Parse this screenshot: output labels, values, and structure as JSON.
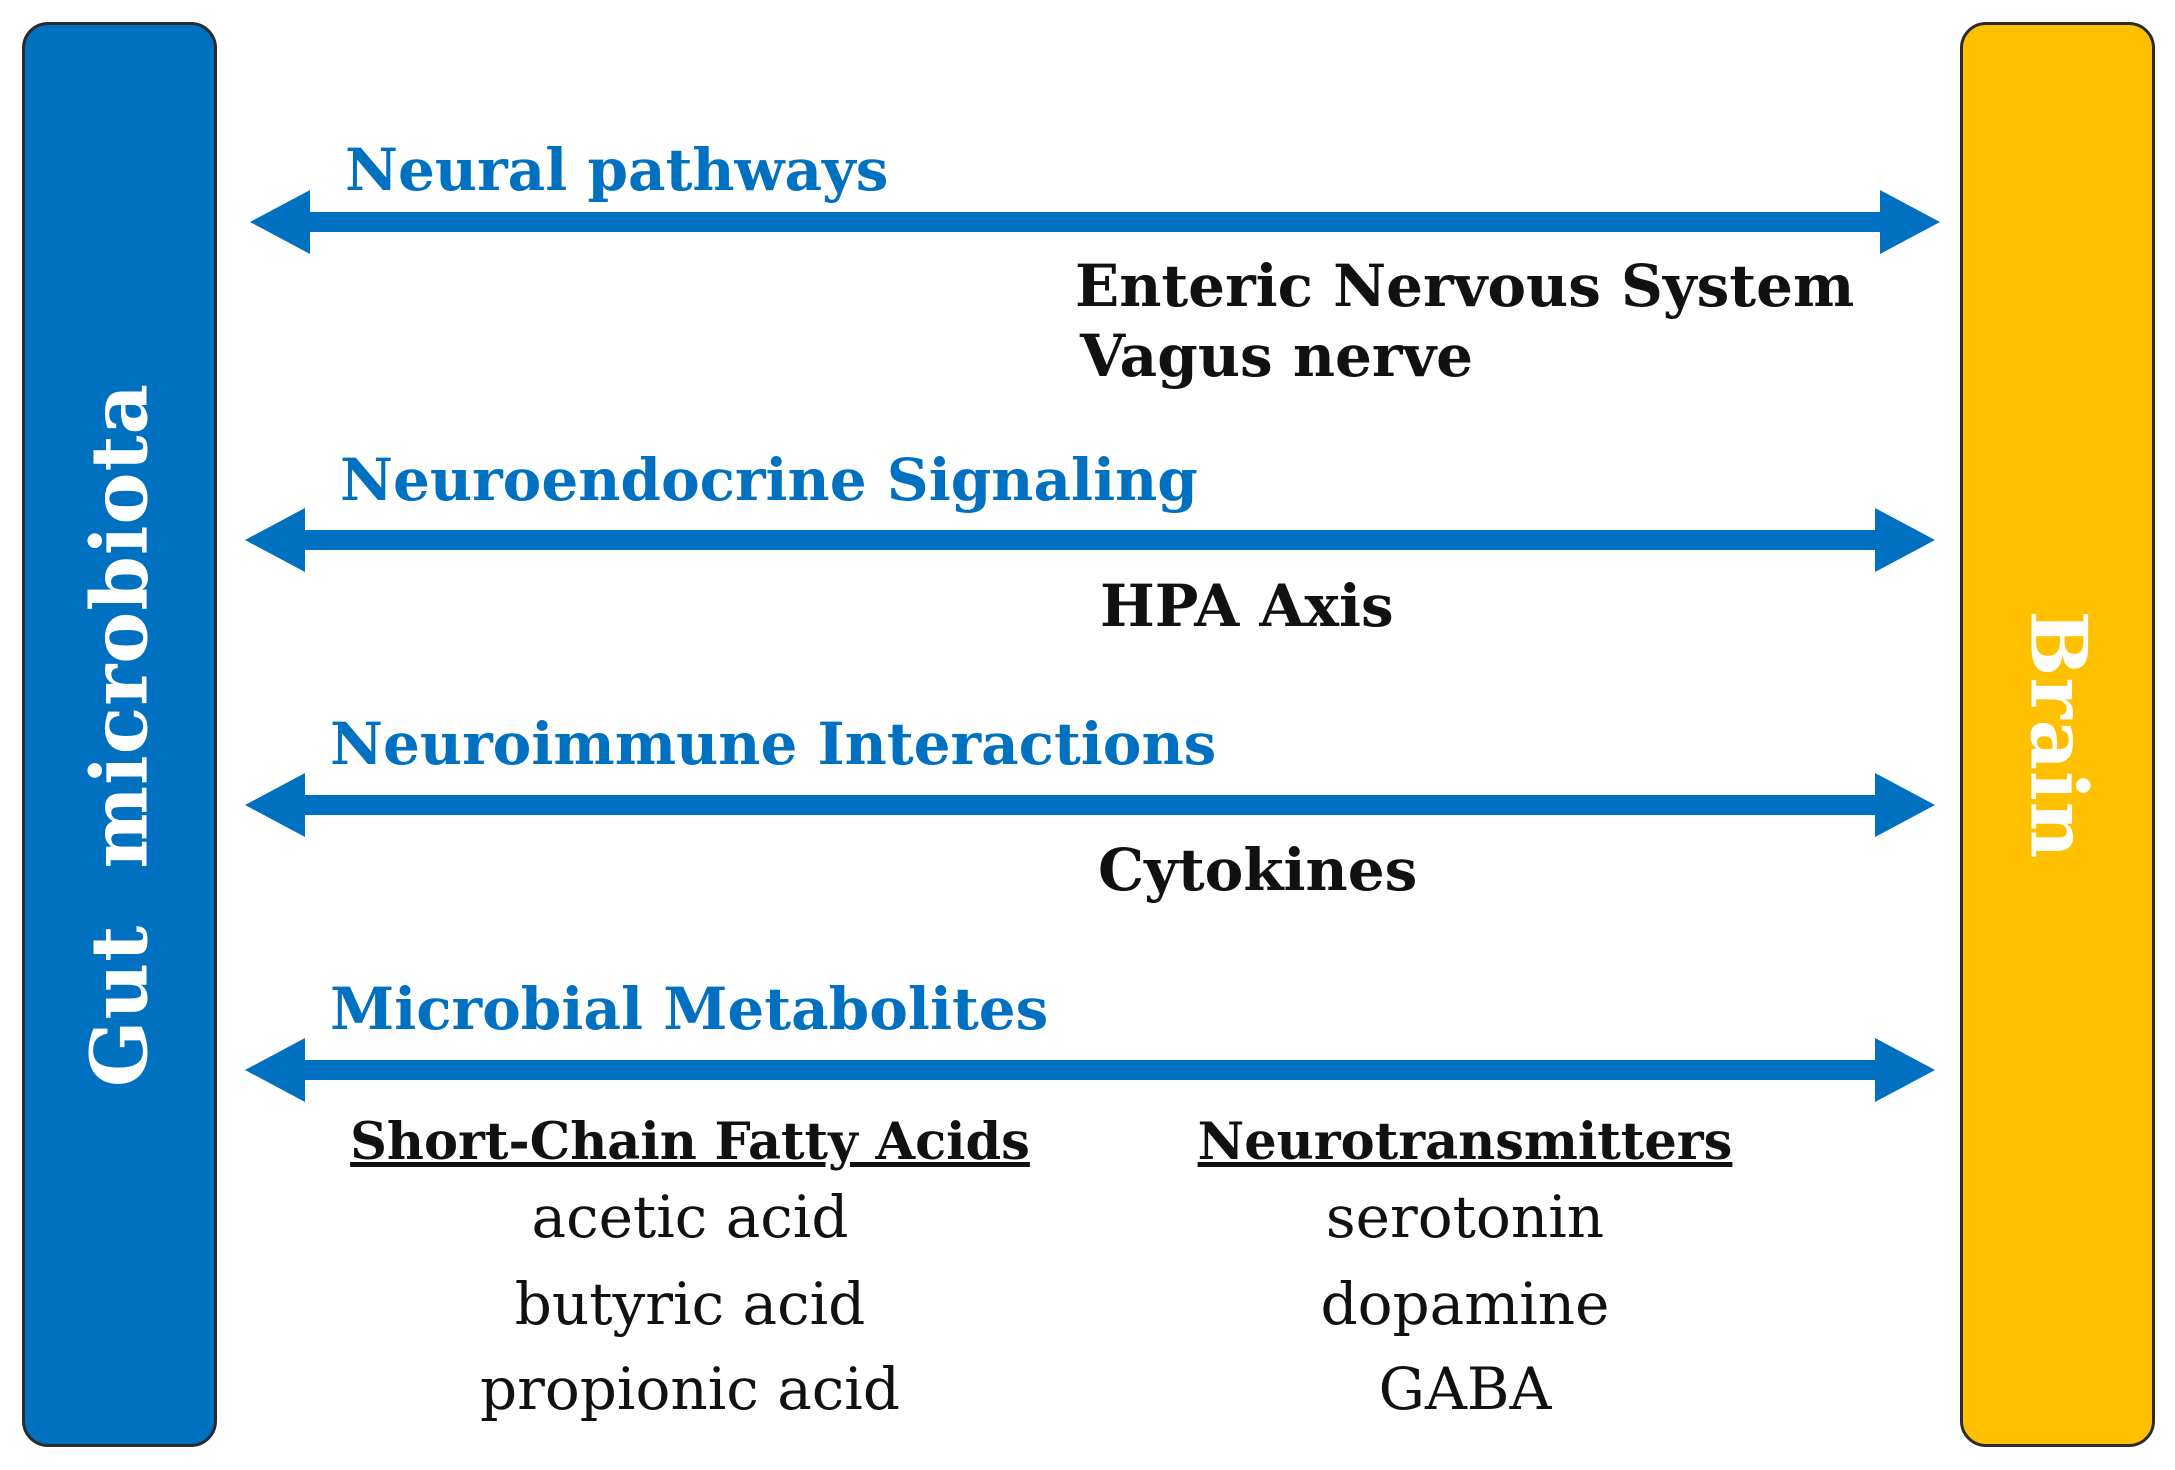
{
  "left_box": {
    "label": "Gut  microbiota",
    "color": "#0070c0"
  },
  "right_box": {
    "label": "Brain",
    "color": "#ffc000"
  },
  "arrow_color": "#0070c0",
  "pathways": [
    {
      "title": "Neural pathways",
      "details": [
        "Enteric Nervous System",
        "Vagus nerve"
      ]
    },
    {
      "title": "Neuroendocrine Signaling",
      "details": [
        "HPA Axis"
      ]
    },
    {
      "title": "Neuroimmune Interactions",
      "details": [
        "Cytokines"
      ]
    },
    {
      "title": "Microbial Metabolites"
    }
  ],
  "metabolites": {
    "scfa": {
      "heading": "Short-Chain Fatty Acids",
      "items": [
        "acetic acid",
        "butyric acid",
        "propionic acid"
      ]
    },
    "neurotransmitters": {
      "heading": "Neurotransmitters",
      "items": [
        "serotonin",
        "dopamine",
        "GABA"
      ]
    }
  }
}
